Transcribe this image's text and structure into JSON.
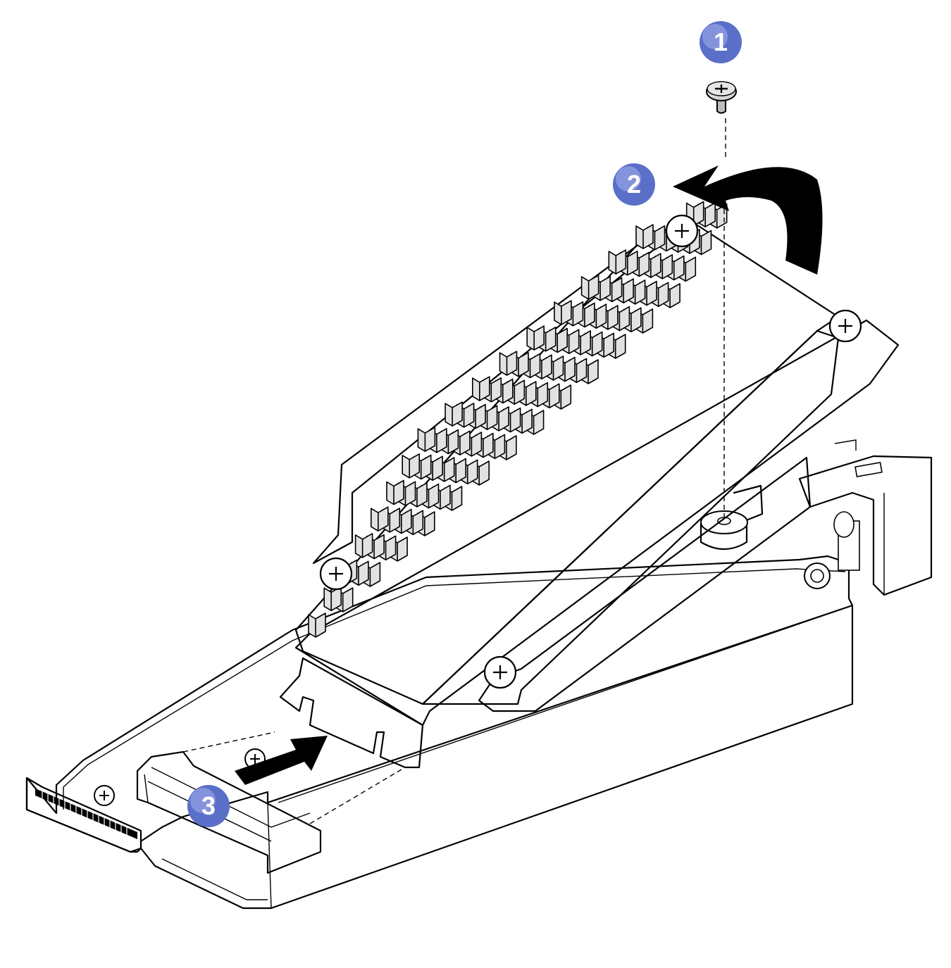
{
  "colors": {
    "badge": "#5a6fc8",
    "badge_highlight": "#a7b3ec",
    "line": "#000000",
    "part_fill": "#e2e2e2",
    "part_fill_dark": "#bdbdbd",
    "background": "#ffffff"
  },
  "steps": [
    {
      "number": "1",
      "icon": "screw-icon",
      "action": "remove-screw"
    },
    {
      "number": "2",
      "icon": "rotate-arrow-icon",
      "action": "pivot-drive-up"
    },
    {
      "number": "3",
      "icon": "push-arrow-icon",
      "action": "slide-into-connector"
    }
  ],
  "parts": {
    "adapter": "m2-adapter-tray",
    "drive": "m2-drive-with-heatsink",
    "connector": "m2-slot",
    "retainer": "retainer-standoff"
  }
}
